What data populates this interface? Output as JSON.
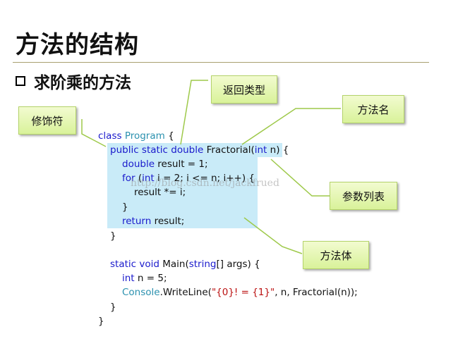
{
  "slide": {
    "title": "方法的结构",
    "bullet": "求阶乘的方法"
  },
  "callouts": {
    "modifier": "修饰符",
    "return_type": "返回类型",
    "method_name": "方法名",
    "param_list": "参数列表",
    "method_body": "方法体"
  },
  "code": {
    "l1_kw": "class",
    "l1_type": "Program",
    "l1_brace": " {",
    "l2_kw": "public static double",
    "l2_name": " Fractorial(",
    "l2_kw2": "int",
    "l2_rest": " n) {",
    "l3_kw": "double",
    "l3_rest": " result = 1;",
    "l4_kw": "for",
    "l4_p": " (",
    "l4_kw2": "int",
    "l4_rest": " i = 2; i <= n; i++) {",
    "l5": "result *= i;",
    "l6": "}",
    "l7_kw": "return",
    "l7_rest": " result;",
    "l8": "}",
    "l9_kw": "static void",
    "l9_name": " Main(",
    "l9_kw2": "string",
    "l9_rest": "[] args) {",
    "l10_kw": "int",
    "l10_rest": " n = 5;",
    "l11_type": "Console",
    "l11_call": ".WriteLine(",
    "l11_str": "\"{0}! = {1}\"",
    "l11_rest": ", n, Fractorial(n));",
    "l12": "}",
    "l13": "}"
  },
  "watermark": "http://blog.csdn.net/jackfrued",
  "colors": {
    "keyword": "#1a1acc",
    "type": "#2b91af",
    "string": "#b11111",
    "highlight": "#c9ebf8",
    "callout": "#d9f29a",
    "leader": "#9ec94a"
  }
}
